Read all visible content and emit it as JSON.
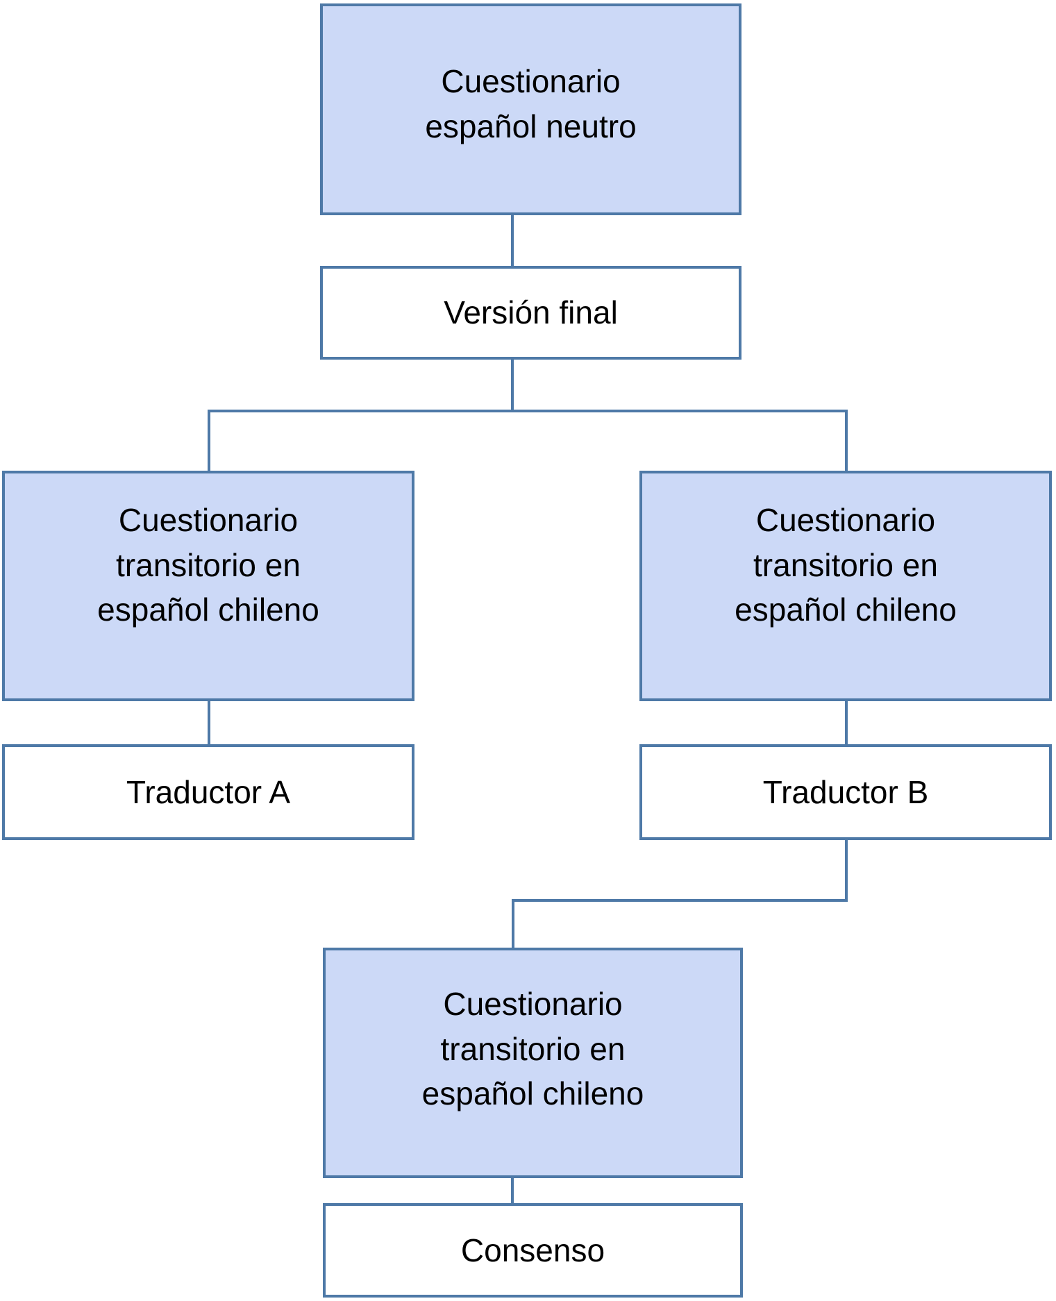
{
  "diagram": {
    "type": "flowchart",
    "colors": {
      "node_fill_blue": "#CCD9F7",
      "node_fill_white": "#FFFFFF",
      "line": "#4E79A7",
      "text": "#000000",
      "background": "#FFFFFF"
    },
    "nodes": {
      "source_questionnaire": {
        "label": "Cuestionario\nespañol neutro",
        "fill": "blue"
      },
      "final_version": {
        "label": "Versión final",
        "fill": "white"
      },
      "left_transitional": {
        "label": "Cuestionario\ntransitorio en\nespañol chileno",
        "fill": "blue"
      },
      "right_transitional": {
        "label": "Cuestionario\ntransitorio en\nespañol chileno",
        "fill": "blue"
      },
      "translator_a": {
        "label": "Traductor A",
        "fill": "white"
      },
      "translator_b": {
        "label": "Traductor B",
        "fill": "white"
      },
      "merged_transitional": {
        "label": "Cuestionario\ntransitorio en\nespañol chileno",
        "fill": "blue"
      },
      "consensus": {
        "label": "Consenso",
        "fill": "white"
      }
    },
    "edges": [
      {
        "from": "source_questionnaire",
        "to": "final_version"
      },
      {
        "from": "final_version",
        "to": "left_transitional"
      },
      {
        "from": "final_version",
        "to": "right_transitional"
      },
      {
        "from": "left_transitional",
        "to": "translator_a"
      },
      {
        "from": "right_transitional",
        "to": "translator_b"
      },
      {
        "from": "translator_b",
        "to": "merged_transitional"
      },
      {
        "from": "merged_transitional",
        "to": "consensus"
      }
    ]
  }
}
